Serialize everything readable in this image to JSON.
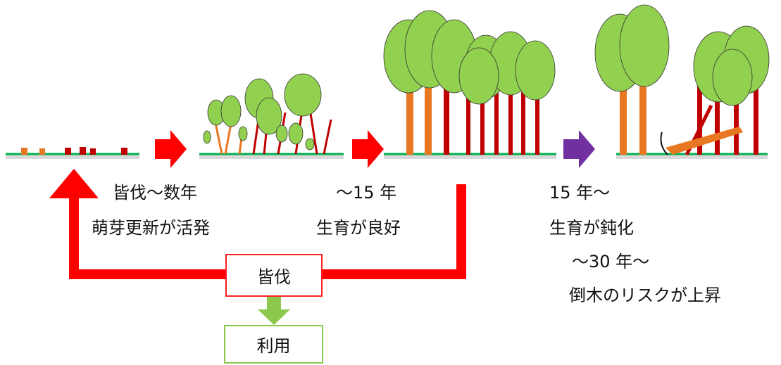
{
  "stages": [
    {
      "id": "clearcut",
      "lines": [
        "皆伐〜数年",
        "萌芽更新が活発"
      ]
    },
    {
      "id": "growth",
      "lines": [
        "〜15 年",
        "生育が良好"
      ]
    },
    {
      "id": "decline",
      "lines": [
        "15 年〜",
        "生育が鈍化",
        "〜30 年〜",
        "倒木のリスクが上昇"
      ]
    }
  ],
  "cycle": {
    "harvest_label": "皆伐",
    "use_label": "利用"
  },
  "colors": {
    "red_arrow": "#ff0000",
    "purple_arrow": "#7030a0",
    "green_arrow": "#8cc84b",
    "crown": "#92d050",
    "trunk_orange": "#e87722",
    "trunk_red": "#c00000",
    "ground_green": "#00b050"
  },
  "icons": [
    "forest-stage-icon",
    "arrow-right-icon",
    "arrow-down-icon",
    "arrow-up-icon"
  ]
}
